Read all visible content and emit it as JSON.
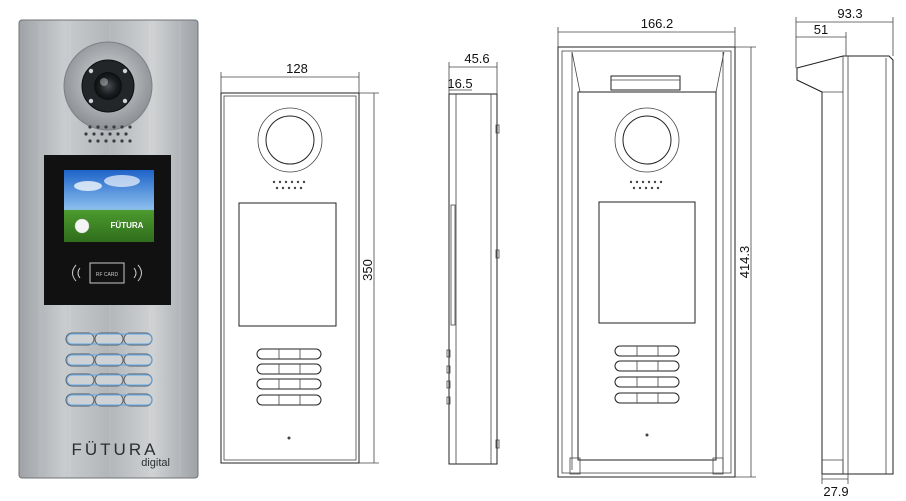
{
  "product": {
    "brand": "FÜTURA",
    "sub_brand": "digital",
    "card_label": "RF CARD",
    "screen_brand": "FÜTURA"
  },
  "dimensions": {
    "front_width": "128",
    "front_height": "350",
    "side_depth": "45.6",
    "side_inner": "16.5",
    "housing_width": "166.2",
    "housing_height": "414.3",
    "housing_depth": "93.3",
    "hood_depth": "51",
    "base_depth": "27.9"
  },
  "colors": {
    "panel_steel": "#b9bcbf",
    "screen_bezel": "#111111",
    "key_glow": "#5ea6e8",
    "line": "#222222"
  }
}
